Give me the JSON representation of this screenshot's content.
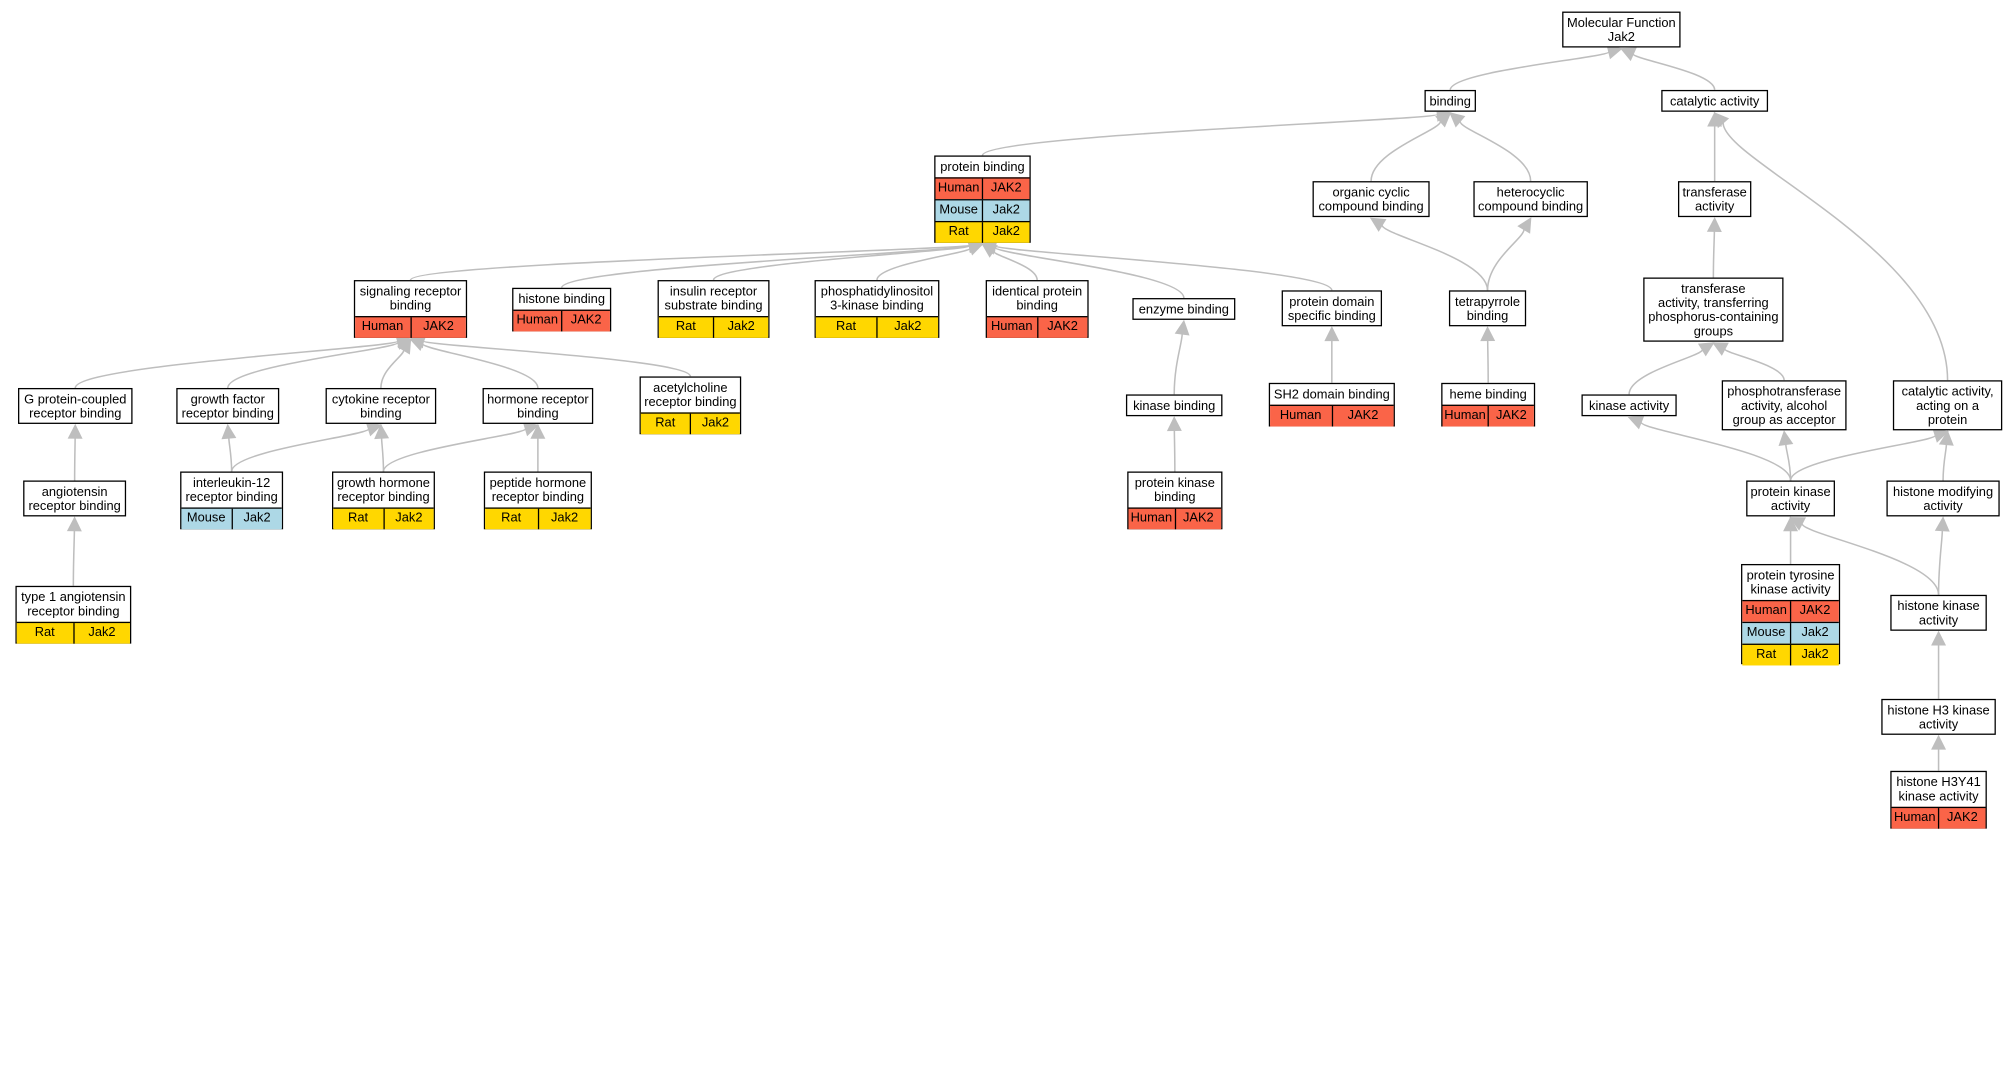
{
  "colors": {
    "Human": "#fa6448",
    "Mouse": "#add8e6",
    "Rat": "#ffd700",
    "edge": "#bebebe"
  },
  "nodes": [
    {
      "id": "root",
      "lines": [
        "Molecular Function",
        "Jak2"
      ],
      "annots": []
    },
    {
      "id": "binding",
      "lines": [
        "binding"
      ],
      "annots": []
    },
    {
      "id": "catalytic",
      "lines": [
        "catalytic activity"
      ],
      "annots": []
    },
    {
      "id": "protbind",
      "lines": [
        "protein binding"
      ],
      "annots": [
        {
          "species": "Human",
          "gene": "JAK2"
        },
        {
          "species": "Mouse",
          "gene": "Jak2"
        },
        {
          "species": "Rat",
          "gene": "Jak2"
        }
      ]
    },
    {
      "id": "orgcyc",
      "lines": [
        "organic cyclic",
        "compound binding"
      ],
      "annots": []
    },
    {
      "id": "hetcyc",
      "lines": [
        "heterocyclic",
        "compound binding"
      ],
      "annots": []
    },
    {
      "id": "transferase",
      "lines": [
        "transferase",
        "activity"
      ],
      "annots": []
    },
    {
      "id": "sigrec",
      "lines": [
        "signaling receptor",
        "binding"
      ],
      "annots": [
        {
          "species": "Human",
          "gene": "JAK2"
        }
      ]
    },
    {
      "id": "histone",
      "lines": [
        "histone binding"
      ],
      "annots": [
        {
          "species": "Human",
          "gene": "JAK2"
        }
      ]
    },
    {
      "id": "insulin",
      "lines": [
        "insulin receptor",
        "substrate binding"
      ],
      "annots": [
        {
          "species": "Rat",
          "gene": "Jak2"
        }
      ]
    },
    {
      "id": "pi3k",
      "lines": [
        "phosphatidylinositol",
        "3-kinase binding"
      ],
      "annots": [
        {
          "species": "Rat",
          "gene": "Jak2"
        }
      ]
    },
    {
      "id": "identical",
      "lines": [
        "identical protein",
        "binding"
      ],
      "annots": [
        {
          "species": "Human",
          "gene": "JAK2"
        }
      ]
    },
    {
      "id": "enzyme",
      "lines": [
        "enzyme binding"
      ],
      "annots": []
    },
    {
      "id": "domain",
      "lines": [
        "protein domain",
        "specific binding"
      ],
      "annots": []
    },
    {
      "id": "tetra",
      "lines": [
        "tetrapyrrole",
        "binding"
      ],
      "annots": []
    },
    {
      "id": "transphos",
      "lines": [
        "transferase",
        "activity, transferring",
        "phosphorus-containing",
        "groups"
      ],
      "annots": []
    },
    {
      "id": "gpcr",
      "lines": [
        "G protein-coupled",
        "receptor binding"
      ],
      "annots": []
    },
    {
      "id": "gf",
      "lines": [
        "growth factor",
        "receptor binding"
      ],
      "annots": []
    },
    {
      "id": "cytokine",
      "lines": [
        "cytokine receptor",
        "binding"
      ],
      "annots": []
    },
    {
      "id": "hormone",
      "lines": [
        "hormone receptor",
        "binding"
      ],
      "annots": []
    },
    {
      "id": "ach",
      "lines": [
        "acetylcholine",
        "receptor binding"
      ],
      "annots": [
        {
          "species": "Rat",
          "gene": "Jak2"
        }
      ]
    },
    {
      "id": "kinbind",
      "lines": [
        "kinase binding"
      ],
      "annots": []
    },
    {
      "id": "sh2",
      "lines": [
        "SH2 domain binding"
      ],
      "annots": [
        {
          "species": "Human",
          "gene": "JAK2"
        }
      ]
    },
    {
      "id": "heme",
      "lines": [
        "heme binding"
      ],
      "annots": [
        {
          "species": "Human",
          "gene": "JAK2"
        }
      ]
    },
    {
      "id": "kinact",
      "lines": [
        "kinase activity"
      ],
      "annots": []
    },
    {
      "id": "phosalc",
      "lines": [
        "phosphotransferase",
        "activity, alcohol",
        "group as acceptor"
      ],
      "annots": []
    },
    {
      "id": "catprot",
      "lines": [
        "catalytic activity,",
        "acting on a",
        "protein"
      ],
      "annots": []
    },
    {
      "id": "angio",
      "lines": [
        "angiotensin",
        "receptor binding"
      ],
      "annots": []
    },
    {
      "id": "il12",
      "lines": [
        "interleukin-12",
        "receptor binding"
      ],
      "annots": [
        {
          "species": "Mouse",
          "gene": "Jak2"
        }
      ]
    },
    {
      "id": "gh",
      "lines": [
        "growth hormone",
        "receptor binding"
      ],
      "annots": [
        {
          "species": "Rat",
          "gene": "Jak2"
        }
      ]
    },
    {
      "id": "peptide",
      "lines": [
        "peptide hormone",
        "receptor binding"
      ],
      "annots": [
        {
          "species": "Rat",
          "gene": "Jak2"
        }
      ]
    },
    {
      "id": "protkinbind",
      "lines": [
        "protein kinase",
        "binding"
      ],
      "annots": [
        {
          "species": "Human",
          "gene": "JAK2"
        }
      ]
    },
    {
      "id": "protkin",
      "lines": [
        "protein kinase",
        "activity"
      ],
      "annots": []
    },
    {
      "id": "histmod",
      "lines": [
        "histone modifying",
        "activity"
      ],
      "annots": []
    },
    {
      "id": "type1",
      "lines": [
        "type 1 angiotensin",
        "receptor binding"
      ],
      "annots": [
        {
          "species": "Rat",
          "gene": "Jak2"
        }
      ]
    },
    {
      "id": "ptk",
      "lines": [
        "protein tyrosine",
        "kinase activity"
      ],
      "annots": [
        {
          "species": "Human",
          "gene": "JAK2"
        },
        {
          "species": "Mouse",
          "gene": "Jak2"
        },
        {
          "species": "Rat",
          "gene": "Jak2"
        }
      ]
    },
    {
      "id": "histkin",
      "lines": [
        "histone kinase",
        "activity"
      ],
      "annots": []
    },
    {
      "id": "h3kin",
      "lines": [
        "histone H3 kinase",
        "activity"
      ],
      "annots": []
    },
    {
      "id": "h3y41",
      "lines": [
        "histone H3Y41",
        "kinase activity"
      ],
      "annots": [
        {
          "species": "Human",
          "gene": "JAK2"
        }
      ]
    }
  ],
  "edges": [
    [
      "binding",
      "root"
    ],
    [
      "catalytic",
      "root"
    ],
    [
      "protbind",
      "binding"
    ],
    [
      "orgcyc",
      "binding"
    ],
    [
      "hetcyc",
      "binding"
    ],
    [
      "transferase",
      "catalytic"
    ],
    [
      "catprot",
      "catalytic"
    ],
    [
      "sigrec",
      "protbind"
    ],
    [
      "histone",
      "protbind"
    ],
    [
      "insulin",
      "protbind"
    ],
    [
      "pi3k",
      "protbind"
    ],
    [
      "identical",
      "protbind"
    ],
    [
      "enzyme",
      "protbind"
    ],
    [
      "domain",
      "protbind"
    ],
    [
      "tetra",
      "orgcyc"
    ],
    [
      "tetra",
      "hetcyc"
    ],
    [
      "transphos",
      "transferase"
    ],
    [
      "gpcr",
      "sigrec"
    ],
    [
      "gf",
      "sigrec"
    ],
    [
      "cytokine",
      "sigrec"
    ],
    [
      "hormone",
      "sigrec"
    ],
    [
      "ach",
      "sigrec"
    ],
    [
      "kinbind",
      "enzyme"
    ],
    [
      "sh2",
      "domain"
    ],
    [
      "heme",
      "tetra"
    ],
    [
      "kinact",
      "transphos"
    ],
    [
      "phosalc",
      "transphos"
    ],
    [
      "angio",
      "gpcr"
    ],
    [
      "il12",
      "gf"
    ],
    [
      "il12",
      "cytokine"
    ],
    [
      "gh",
      "cytokine"
    ],
    [
      "gh",
      "hormone"
    ],
    [
      "peptide",
      "hormone"
    ],
    [
      "protkinbind",
      "kinbind"
    ],
    [
      "protkin",
      "kinact"
    ],
    [
      "protkin",
      "phosalc"
    ],
    [
      "protkin",
      "catprot"
    ],
    [
      "histmod",
      "catprot"
    ],
    [
      "type1",
      "angio"
    ],
    [
      "ptk",
      "protkin"
    ],
    [
      "histkin",
      "protkin"
    ],
    [
      "histkin",
      "histmod"
    ],
    [
      "h3kin",
      "histkin"
    ],
    [
      "h3y41",
      "h3kin"
    ]
  ]
}
